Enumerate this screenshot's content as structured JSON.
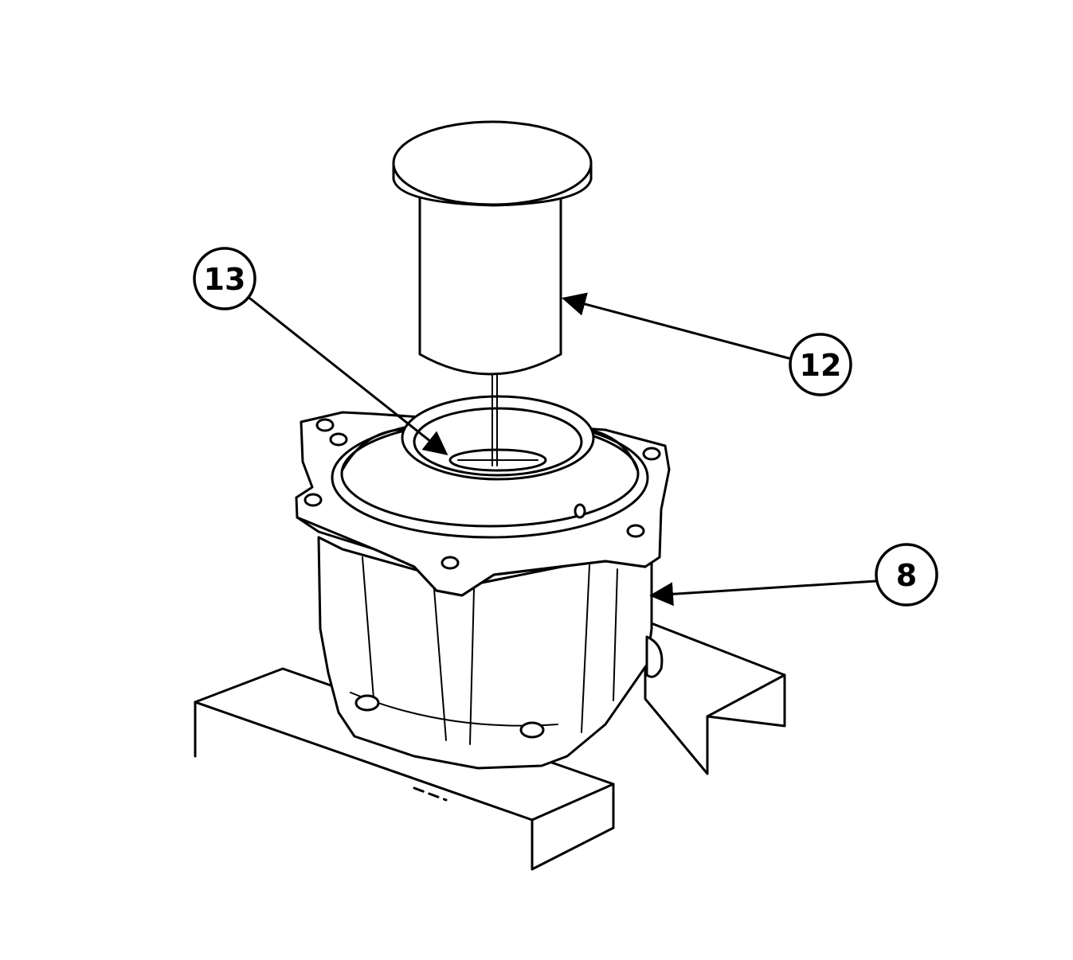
{
  "callouts": [
    {
      "id": "c12",
      "label": "12"
    },
    {
      "id": "c13",
      "label": "13"
    },
    {
      "id": "c8",
      "label": "8"
    }
  ]
}
